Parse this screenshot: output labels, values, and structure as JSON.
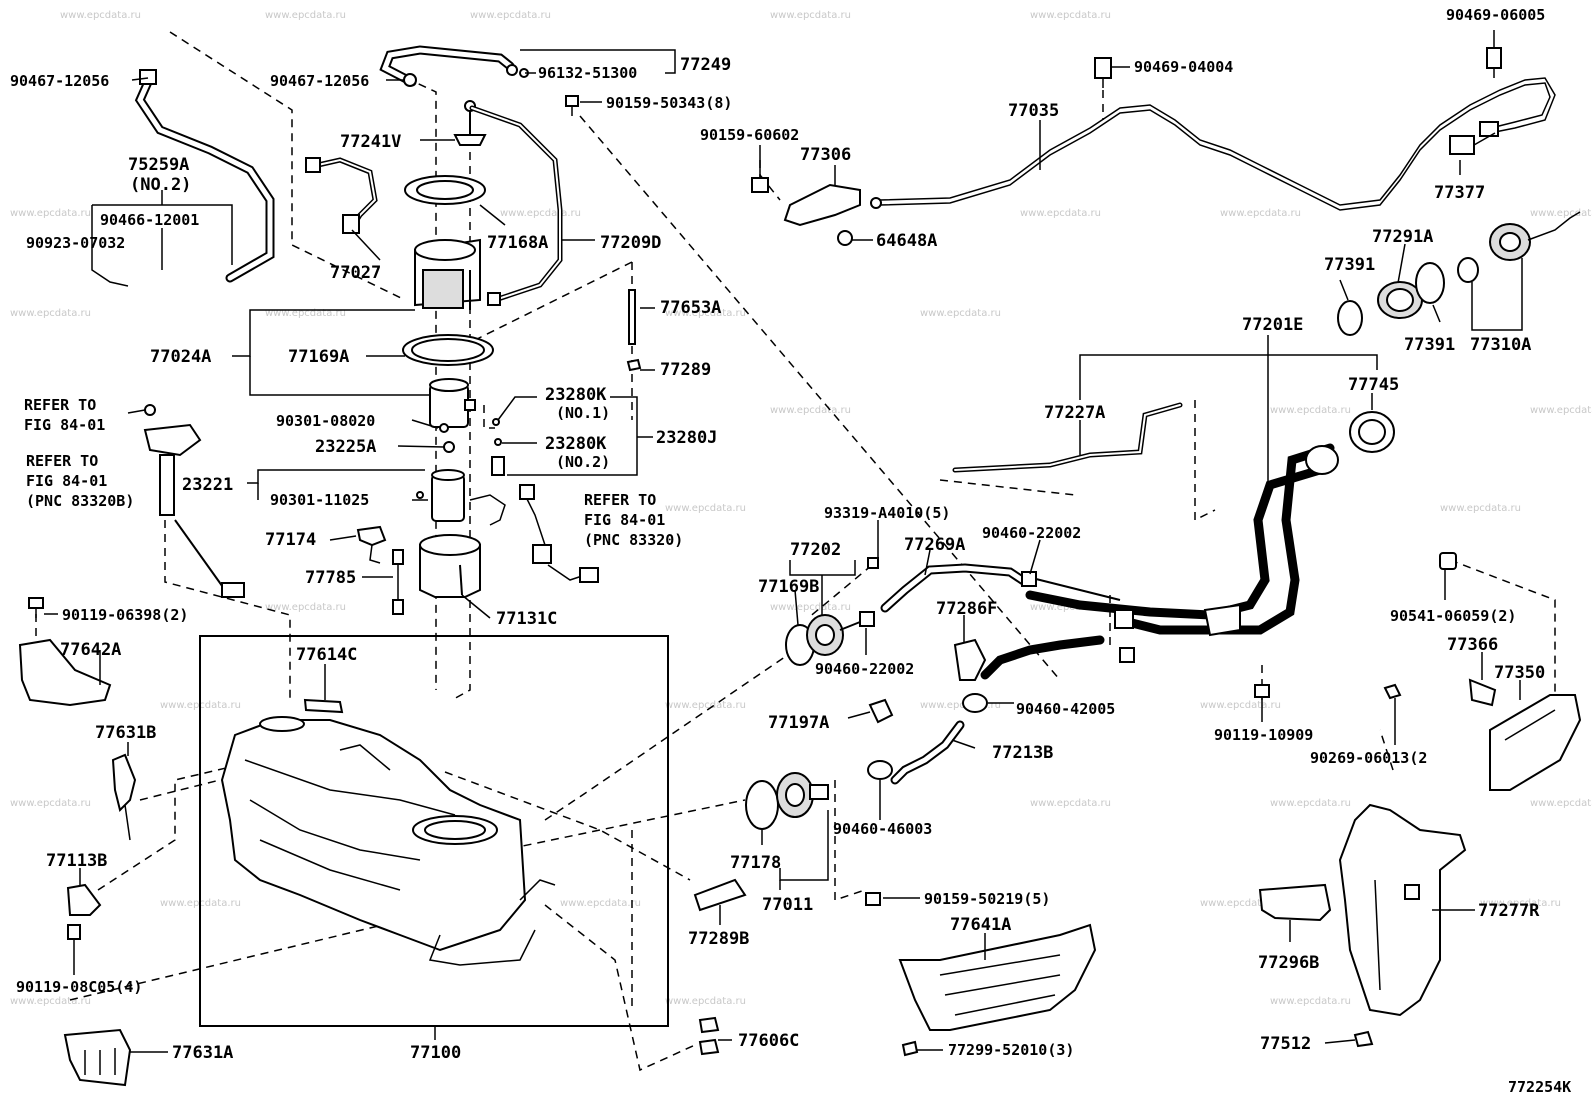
{
  "watermark": "www.epcdata.ru",
  "figure_code": "772254K",
  "labels": {
    "p90467_12056_a": "90467-12056",
    "p90467_12056_b": "90467-12056",
    "p96132_51300": "96132-51300",
    "p77249": "77249",
    "p90159_50343": "90159-50343(8)",
    "p77241v": "77241V",
    "p75259a": "75259A",
    "p75259a_note": "(NO.2)",
    "p90466_12001": "90466-12001",
    "p90923_07032": "90923-07032",
    "p77027": "77027",
    "p77168a": "77168A",
    "p77209d": "77209D",
    "p77653a": "77653A",
    "p77024a": "77024A",
    "p77169a": "77169A",
    "p77289": "77289",
    "refer1_l1": "REFER TO",
    "refer1_l2": "FIG 84-01",
    "p90301_08020": "90301-08020",
    "p23280k_1": "23280K",
    "p23280k_1_note": "(NO.1)",
    "p23225a": "23225A",
    "p23280k_2": "23280K",
    "p23280k_2_note": "(NO.2)",
    "p23280j": "23280J",
    "refer2_l1": "REFER TO",
    "refer2_l2": "FIG 84-01",
    "refer2_l3": "(PNC 83320B)",
    "p23221": "23221",
    "p90301_11025": "90301-11025",
    "refer3_l1": "REFER TO",
    "refer3_l2": "FIG 84-01",
    "refer3_l3": "(PNC 83320)",
    "p77174": "77174",
    "p77785": "77785",
    "p77131c": "77131C",
    "p90119_06398": "90119-06398(2)",
    "p77642a": "77642A",
    "p77614c": "77614C",
    "p77631b": "77631B",
    "p77113b": "77113B",
    "p90119_08c05": "90119-08C05(4)",
    "p77631a": "77631A",
    "p77100": "77100",
    "p77289b": "77289B",
    "p77606c": "77606C",
    "p90469_04004": "90469-04004",
    "p90469_06005": "90469-06005",
    "p77035": "77035",
    "p90159_60602": "90159-60602",
    "p77306": "77306",
    "p77377": "77377",
    "p64648a": "64648A",
    "p77291a": "77291A",
    "p77391": "77391",
    "p77391_b": "77391",
    "p77310a": "77310A",
    "p77201e": "77201E",
    "p77227a": "77227A",
    "p77745": "77745",
    "p93319_a4010": "93319-A4010(5)",
    "p90460_22002_a": "90460-22002",
    "p77202": "77202",
    "p77269a": "77269A",
    "p77169b": "77169B",
    "p90460_22002_b": "90460-22002",
    "p77286f": "77286F",
    "p90460_42005": "90460-42005",
    "p77197a": "77197A",
    "p77213b": "77213B",
    "p90460_46003": "90460-46003",
    "p77178": "77178",
    "p77011": "77011",
    "p90159_50219": "90159-50219(5)",
    "p77641a": "77641A",
    "p77299_52010": "77299-52010(3)",
    "p90119_10909": "90119-10909",
    "p90541_06059": "90541-06059(2)",
    "p77366": "77366",
    "p77350": "77350",
    "p90269_06013": "90269-06013(2",
    "p77277r": "77277R",
    "p77296b": "77296B",
    "p77512": "77512"
  }
}
